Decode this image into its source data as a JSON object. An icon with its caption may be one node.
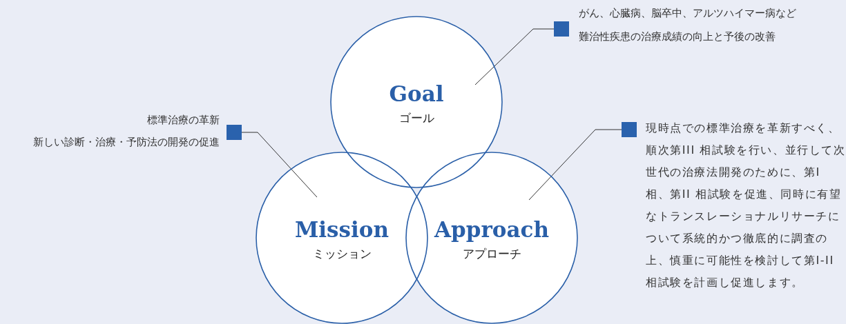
{
  "diagram": {
    "nodes": [
      {
        "text": [
          "Goal",
          "ゴール"
        ]
      },
      {
        "text": [
          "Mission",
          "ミッション"
        ]
      },
      {
        "text": [
          "Approach",
          "アプローチ"
        ]
      },
      {
        "text": [
          "がん、心臓病、脳卒中、アルツハイマー病など難治性疾患の治療成績の向上と予後の改善"
        ]
      },
      {
        "text": [
          "標準治療の革新",
          "新しい診断・治療・予防法の開発の促進"
        ]
      },
      {
        "text": [
          "現時点での標準治療を革新すべく、順次第III 相試験を行い、並行して次世代の治療法開発のために、第I 相、第II 相試験を促進、同時に有望なトランスレーショナルリサーチについて系統的かつ徹底的に調査の上、慎重に可能性を検討して第I-II 相試験を計画し促進します。"
        ]
      }
    ],
    "edges": [
      {
        "from": 3,
        "to": 0,
        "arrow": "none"
      },
      {
        "from": 4,
        "to": 1,
        "arrow": "none"
      },
      {
        "from": 5,
        "to": 2,
        "arrow": "none"
      }
    ]
  }
}
